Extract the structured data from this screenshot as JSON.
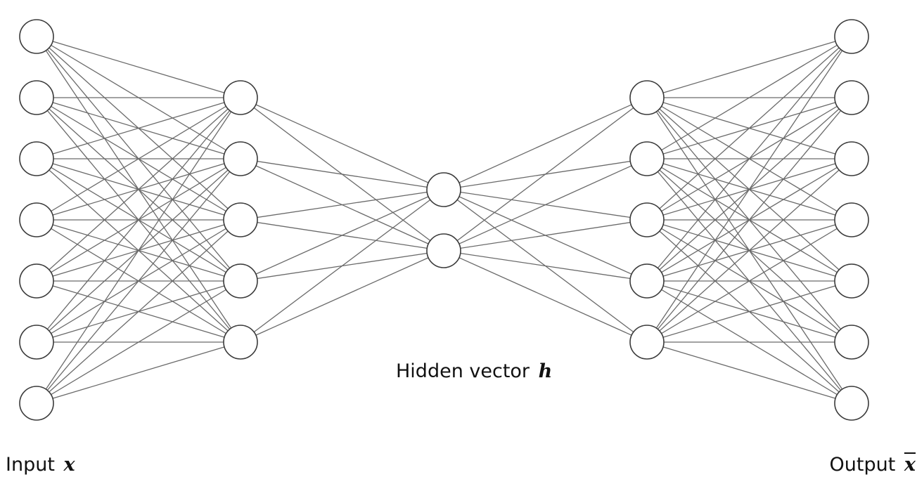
{
  "diagram": {
    "type": "neural-network-autoencoder",
    "layers": [
      {
        "id": "input",
        "node_count": 7
      },
      {
        "id": "encoder-hidden",
        "node_count": 5
      },
      {
        "id": "bottleneck",
        "node_count": 2
      },
      {
        "id": "decoder-hidden",
        "node_count": 5
      },
      {
        "id": "output",
        "node_count": 7
      }
    ],
    "connections": "fully-connected between adjacent layers",
    "colors": {
      "edge": "#6a6a6a",
      "node_stroke": "#3a3a3a",
      "node_fill": "#ffffff",
      "text": "#111111"
    }
  },
  "labels": {
    "input_text": "Input",
    "input_symbol": "x",
    "hidden_text": "Hidden vector",
    "hidden_symbol": "h",
    "output_text": "Output",
    "output_symbol": "x"
  }
}
